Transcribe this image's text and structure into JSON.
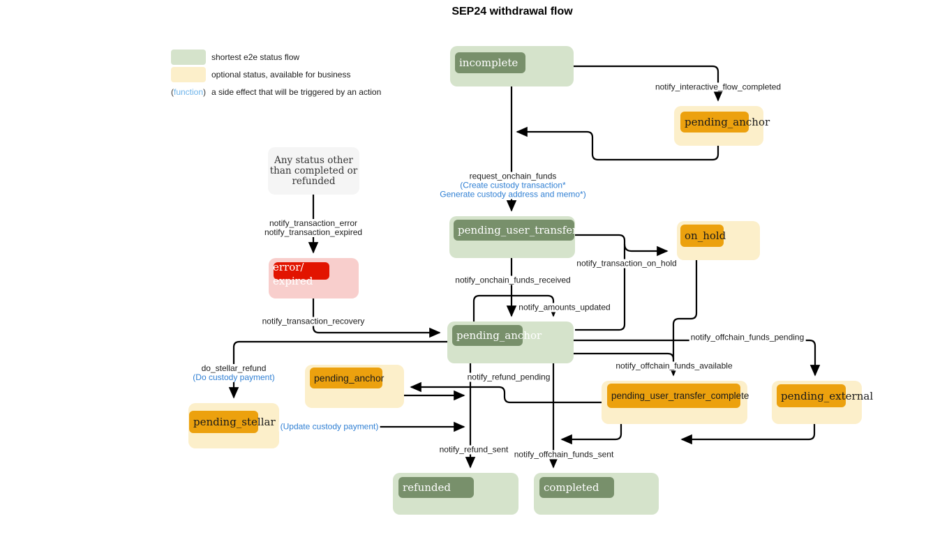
{
  "title": "SEP24 withdrawal flow",
  "legend": {
    "shortest": "shortest e2e status flow",
    "optional": "optional status, available for business",
    "paren_open": "(",
    "function_word": "function",
    "paren_close": ")",
    "function_desc": "a side effect that will be triggered by an action"
  },
  "colors": {
    "node_green_outer": "#d5e3cb",
    "node_green_inner": "#78906b",
    "node_cream_outer": "#fcefca",
    "node_orange_inner": "#eca10e",
    "node_pink_outer": "#f8cecc",
    "node_red_inner": "#e21400",
    "node_gray": "#f5f5f5",
    "function_blue": "#2f7fd3",
    "legend_function_blue": "#6db3ea",
    "edge_color": "#000000"
  },
  "nodes": {
    "incomplete": {
      "label": "incomplete"
    },
    "pending_anchor_top": {
      "label": "pending_anchor"
    },
    "any_status": {
      "line1": "Any status other",
      "line2": "than completed or",
      "line3": "refunded"
    },
    "error_expired": {
      "line1": "error/",
      "line2": "expired"
    },
    "pending_user_transfer_start": {
      "label": "pending_user_transfer_start"
    },
    "on_hold": {
      "label": "on_hold"
    },
    "pending_anchor_center": {
      "label": "pending_anchor"
    },
    "pending_anchor_yellow": {
      "label": "pending_anchor"
    },
    "pending_stellar": {
      "label": "pending_stellar"
    },
    "pending_user_transfer_complete": {
      "label": "pending_user_transfer_complete"
    },
    "pending_external": {
      "label": "pending_external"
    },
    "refunded": {
      "label": "refunded"
    },
    "completed": {
      "label": "completed"
    }
  },
  "edge_labels": {
    "notify_interactive_flow_completed": "notify_interactive_flow_completed",
    "request_onchain_funds": "request_onchain_funds",
    "request_onchain_funds_fn1": "(Create custody transaction*",
    "request_onchain_funds_fn2": "Generate custody address and memo*)",
    "notify_transaction_error": "notify_transaction_error",
    "notify_transaction_expired": "notify_transaction_expired",
    "notify_onchain_funds_received": "notify_onchain_funds_received",
    "notify_amounts_updated": "notify_amounts_updated",
    "notify_transaction_on_hold": "notify_transaction_on_hold",
    "notify_transaction_recovery": "notify_transaction_recovery",
    "do_stellar_refund": "do_stellar_refund",
    "do_stellar_refund_fn": "(Do custody payment)",
    "notify_offchain_funds_pending": "notify_offchain_funds_pending",
    "notify_offchain_funds_available": "notify_offchain_funds_available",
    "notify_refund_pending": "notify_refund_pending",
    "update_custody_payment_fn": "(Update custody payment)",
    "notify_refund_sent": "notify_refund_sent",
    "notify_offchain_funds_sent": "notify_offchain_funds_sent"
  }
}
